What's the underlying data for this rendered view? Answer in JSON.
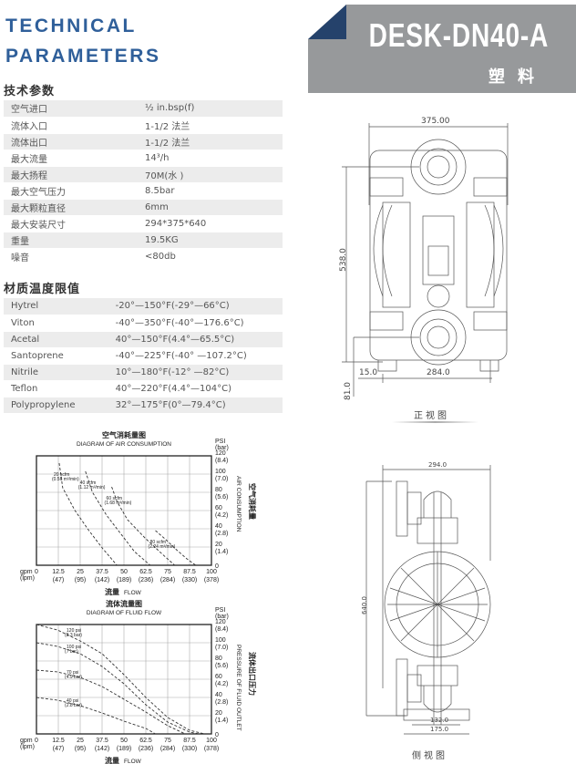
{
  "header": {
    "title_line1": "TECHNICAL",
    "title_line2": "PARAMETERS",
    "model": "DESK-DN40-A",
    "material": "塑料",
    "accent": "#2f5f9a",
    "banner_color": "#97999b",
    "corner_color": "#25426b"
  },
  "tech_params": {
    "title": "技术参数",
    "rows": [
      {
        "label": "空气进口",
        "value": "½ in.bsp(f)"
      },
      {
        "label": "流体入口",
        "value": "1-1/2 法兰"
      },
      {
        "label": "流体出口",
        "value": "1-1/2 法兰"
      },
      {
        "label": "最大流量",
        "value": "14³/h"
      },
      {
        "label": "最大扬程",
        "value": "70M(水 )"
      },
      {
        "label": "最大空气压力",
        "value": "8.5bar"
      },
      {
        "label": "最大颗粒直径",
        "value": "6mm"
      },
      {
        "label": "最大安装尺寸",
        "value": "294*375*640"
      },
      {
        "label": "重量",
        "value": "19.5KG"
      },
      {
        "label": "噪音",
        "value": "<80db"
      }
    ]
  },
  "temp_limits": {
    "title": "材质温度限值",
    "rows": [
      {
        "label": "Hytrel",
        "value": "-20°—150°F(-29°—66°C)"
      },
      {
        "label": "Viton",
        "value": "-40°—350°F(-40°—176.6°C)"
      },
      {
        "label": "Acetal",
        "value": "40°—150°F(4.4°—65.5°C)"
      },
      {
        "label": "Santoprene",
        "value": "-40°—225°F(-40° —107.2°C)"
      },
      {
        "label": "Nitrile",
        "value": "10°—180°F(-12° —82°C)"
      },
      {
        "label": "Teflon",
        "value": "40°—220°F(4.4°—104°C)"
      },
      {
        "label": "Polypropylene",
        "value": "32°—175°F(0°—79.4°C)"
      }
    ]
  },
  "front_view": {
    "caption": "正视图",
    "dims": {
      "width": "375.00",
      "height": "538.0",
      "base": "284.0",
      "offset": "15.0",
      "inlet": "81.0"
    }
  },
  "side_view": {
    "caption": "侧视图",
    "dims": {
      "width": "294.0",
      "height": "640.0",
      "base_inner": "132.0",
      "base_outer": "175.0"
    }
  },
  "chart_data": [
    {
      "type": "line",
      "title_cn": "空气消耗量图",
      "title": "DIAGRAM OF AIR CONSUMPTION",
      "xlabel_cn": "流量",
      "xlabel": "FLOW",
      "ylabel_cn": "空气消耗量",
      "ylabel": "AIR CONSUMPTION",
      "x_unit": "gpm",
      "x_unit2": "(lpm)",
      "y_unit": "PSI",
      "y_unit2": "(bar)",
      "xlim": [
        0,
        100
      ],
      "ylim": [
        0,
        120
      ],
      "grid": true,
      "xticks": [
        "0",
        "12.5",
        "25",
        "37.5",
        "50",
        "62.5",
        "75",
        "87.5",
        "100"
      ],
      "xticks2": [
        "",
        "(47)",
        "(95)",
        "(142)",
        "(189)",
        "(236)",
        "(284)",
        "(330)",
        "(378)"
      ],
      "yticks": [
        "0",
        "20",
        "40",
        "60",
        "80",
        "100",
        "120"
      ],
      "yticks2": [
        "",
        "(1.4)",
        "(2.8)",
        "(4.2)",
        "(5.6)",
        "(7.0)",
        "(8.4)"
      ],
      "series": [
        {
          "name": "20 scfm",
          "name2": "(0.56 m³/min)",
          "points": [
            [
              13,
              112
            ],
            [
              15,
              85
            ],
            [
              22,
              60
            ],
            [
              30,
              38
            ],
            [
              38,
              18
            ],
            [
              46,
              0
            ]
          ]
        },
        {
          "name": "40 scfm",
          "name2": "(1.12 m³/min)",
          "points": [
            [
              28,
              103
            ],
            [
              32,
              80
            ],
            [
              40,
              55
            ],
            [
              48,
              35
            ],
            [
              56,
              15
            ],
            [
              65,
              0
            ]
          ]
        },
        {
          "name": "60 scfm",
          "name2": "(1.68 m³/min)",
          "points": [
            [
              43,
              86
            ],
            [
              46,
              70
            ],
            [
              52,
              50
            ],
            [
              62,
              30
            ],
            [
              72,
              12
            ],
            [
              79,
              0
            ]
          ]
        },
        {
          "name": "80 scfm",
          "name2": "(2.24 m³/min)",
          "points": [
            [
              68,
              38
            ],
            [
              74,
              28
            ],
            [
              80,
              17
            ],
            [
              86,
              7
            ],
            [
              91,
              0
            ]
          ]
        }
      ]
    },
    {
      "type": "line",
      "title_cn": "流体流量图",
      "title": "DIAGRAM OF FLUID FLOW",
      "xlabel_cn": "流量",
      "xlabel": "FLOW",
      "ylabel_cn": "流体出口压力",
      "ylabel": "PRESSURE OF FLUID OUTLET",
      "x_unit": "gpm",
      "x_unit2": "(lpm)",
      "y_unit": "PSI",
      "y_unit2": "(bar)",
      "xlim": [
        0,
        100
      ],
      "ylim": [
        0,
        120
      ],
      "grid": true,
      "xticks": [
        "0",
        "12.5",
        "25",
        "37.5",
        "50",
        "62.5",
        "75",
        "87.5",
        "100"
      ],
      "xticks2": [
        "",
        "(47)",
        "(95)",
        "(142)",
        "(189)",
        "(236)",
        "(284)",
        "(330)",
        "(378)"
      ],
      "yticks": [
        "0",
        "20",
        "40",
        "60",
        "80",
        "100",
        "120"
      ],
      "yticks2": [
        "",
        "(1.4)",
        "(2.8)",
        "(4.2)",
        "(5.6)",
        "(7.0)",
        "(8.4)"
      ],
      "series": [
        {
          "name": "120 psi",
          "name2": "(8.3 bar)",
          "points": [
            [
              0,
              120
            ],
            [
              12,
              114
            ],
            [
              25,
              102
            ],
            [
              37.5,
              88
            ],
            [
              50,
              65
            ],
            [
              62.5,
              40
            ],
            [
              75,
              18
            ],
            [
              87.5,
              4
            ],
            [
              96,
              0
            ]
          ]
        },
        {
          "name": "100 psi",
          "name2": "(7 bar)",
          "points": [
            [
              0,
              100
            ],
            [
              12,
              96
            ],
            [
              25,
              88
            ],
            [
              37.5,
              74
            ],
            [
              50,
              55
            ],
            [
              62.5,
              32
            ],
            [
              75,
              13
            ],
            [
              87.5,
              2
            ],
            [
              93,
              0
            ]
          ]
        },
        {
          "name": "70 psi",
          "name2": "(4.9 bar)",
          "points": [
            [
              0,
              70
            ],
            [
              12,
              68
            ],
            [
              25,
              62
            ],
            [
              37.5,
              52
            ],
            [
              50,
              38
            ],
            [
              62.5,
              24
            ],
            [
              75,
              9
            ],
            [
              85,
              0
            ]
          ]
        },
        {
          "name": "40 psi",
          "name2": "(2.8 bar)",
          "points": [
            [
              0,
              40
            ],
            [
              12,
              37
            ],
            [
              25,
              31
            ],
            [
              37.5,
              23
            ],
            [
              50,
              14
            ],
            [
              62.5,
              6
            ],
            [
              68,
              0
            ]
          ]
        }
      ]
    }
  ]
}
